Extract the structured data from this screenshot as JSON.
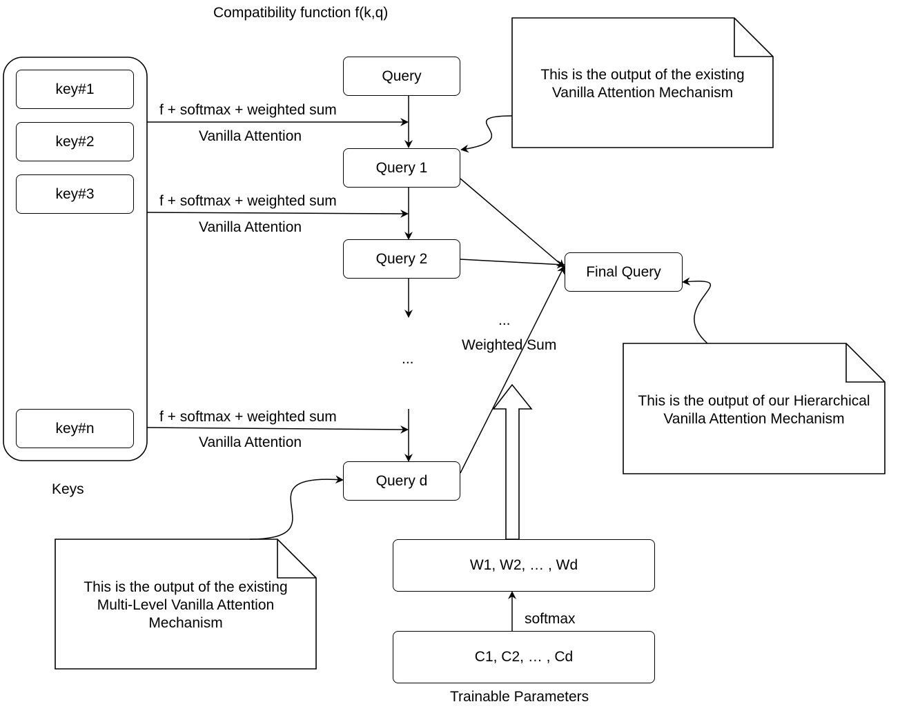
{
  "title": "Compatibility function  f(k,q)",
  "keys": {
    "items": [
      "key#1",
      "key#2",
      "key#3",
      "key#n"
    ],
    "label": "Keys"
  },
  "edge_labels": {
    "op": "f + softmax  + weighted sum",
    "name": "Vanilla Attention"
  },
  "queries": {
    "q0": "Query",
    "q1": "Query 1",
    "q2": "Query 2",
    "qd": "Query d",
    "ellipsis": "...",
    "final": "Final Query"
  },
  "weighted": {
    "ellipsis": "...",
    "label": "Weighted Sum"
  },
  "params": {
    "weights": "W1, W2, … , Wd",
    "softmax": "softmax",
    "coeffs": "C1, C2, … , Cd",
    "label": "Trainable Parameters"
  },
  "notes": {
    "vanilla": [
      "This is the output of the existing",
      "Vanilla Attention Mechanism"
    ],
    "hierarchical": [
      "This is the output of our Hierarchical",
      "Vanilla Attention Mechanism"
    ],
    "multilevel": [
      "This is the output of the existing",
      "Multi-Level Vanilla Attention",
      "Mechanism"
    ]
  }
}
